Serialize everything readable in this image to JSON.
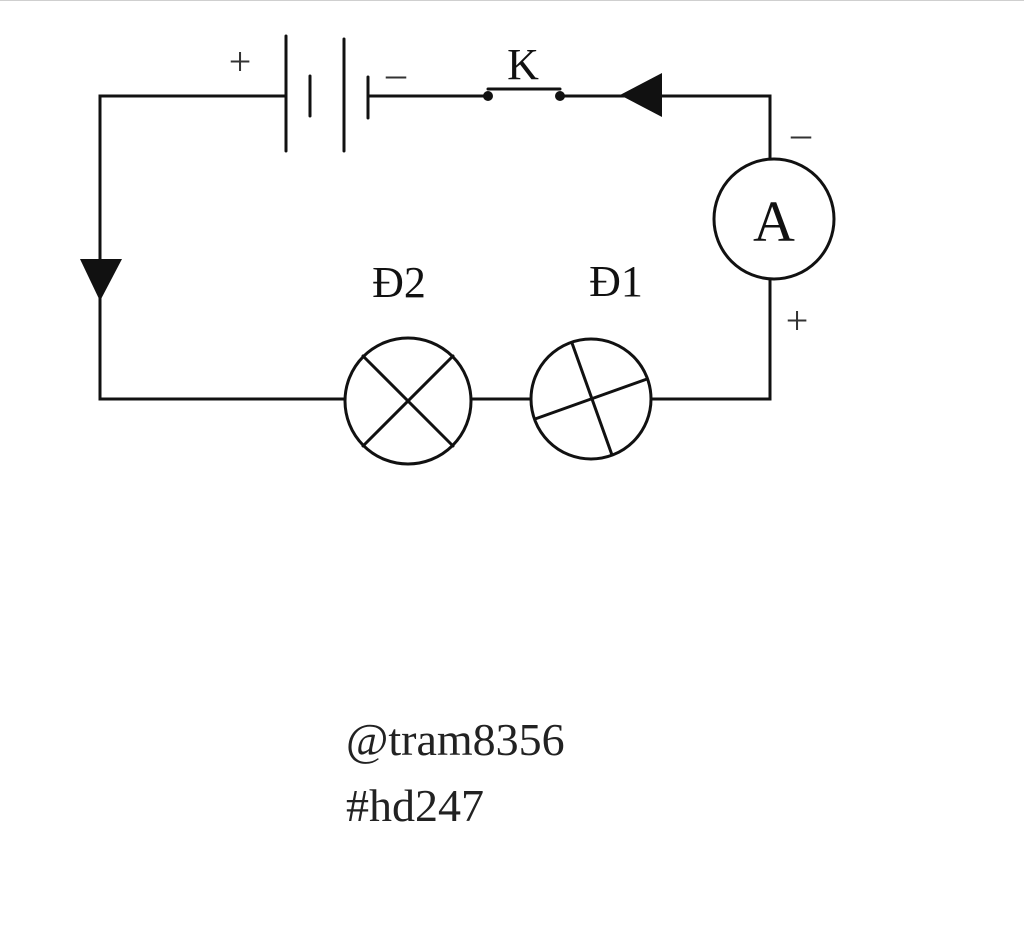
{
  "diagram": {
    "labels": {
      "battery_plus": "+",
      "battery_minus": "–",
      "switch": "K",
      "ammeter": "A",
      "ammeter_minus": "–",
      "ammeter_plus": "+",
      "lamp_2": "Đ2",
      "lamp_1": "Đ1"
    }
  },
  "credits": {
    "handle": "@tram8356",
    "tag": "#hd247"
  }
}
